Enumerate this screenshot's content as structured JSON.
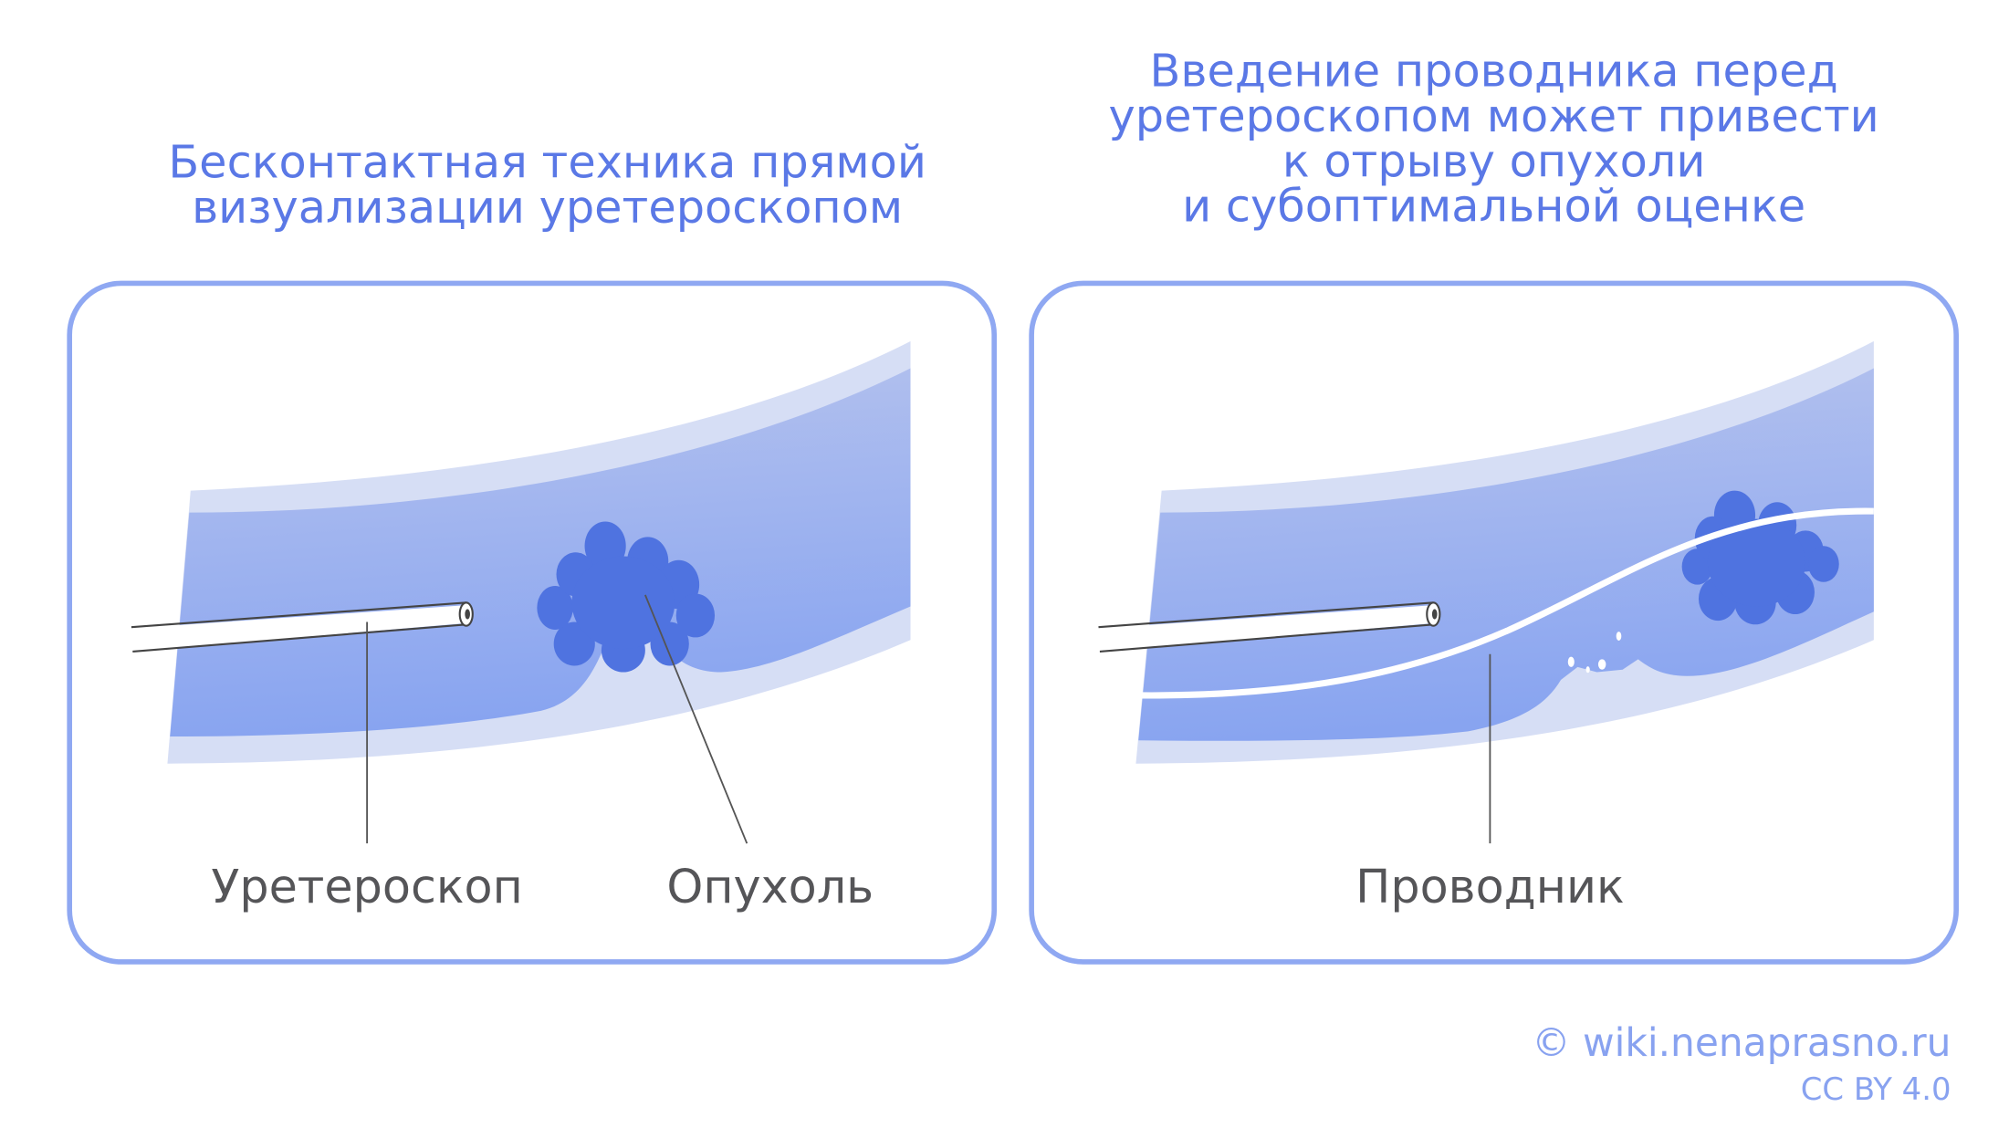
{
  "left_panel": {
    "title_lines": [
      "Бесконтактная техника прямой",
      "визуализации уретероскопом"
    ],
    "labels": {
      "ureteroscope": "Уретероскоп",
      "tumor": "Опухоль"
    }
  },
  "right_panel": {
    "title_lines": [
      "Введение проводника перед",
      "уретероскопом может привести",
      "к отрыву опухоли",
      "и субоптимальной оценке"
    ],
    "labels": {
      "guidewire": "Проводник"
    }
  },
  "footer": {
    "copyright": "© wiki.nenaprasno.ru",
    "license": "CC BY 4.0"
  },
  "colors": {
    "title": "#5a78e6",
    "panel_border": "#8fa8f2",
    "ureter_outer": "#d6def5",
    "ureter_lumen_top": "#b3c1ee",
    "ureter_lumen_bottom": "#8aa6f0",
    "tumor": "#4f73e0",
    "label": "#555558",
    "footer": "#88a2f0"
  }
}
